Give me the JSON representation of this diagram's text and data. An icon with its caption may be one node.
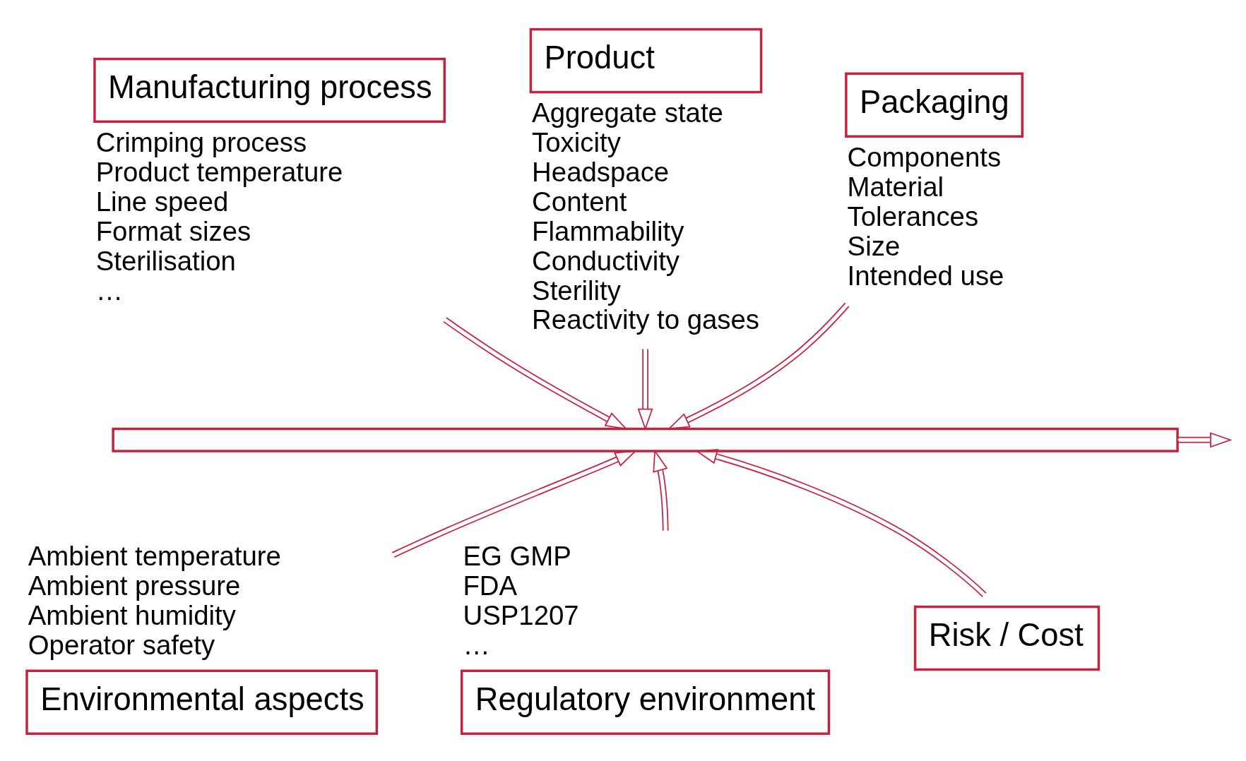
{
  "diagram": {
    "nodes": [
      {
        "text": [
          "Manufacturing process"
        ],
        "beside": [
          "Crimping process",
          "Product temperature",
          "Line speed",
          "Format sizes",
          "Sterilisation",
          "…"
        ]
      },
      {
        "text": [
          "Product"
        ],
        "beside": [
          "Aggregate state",
          "Toxicity",
          "Headspace",
          "Content",
          "Flammability",
          "Conductivity",
          "Sterility",
          "Reactivity to gases"
        ]
      },
      {
        "text": [
          "Packaging"
        ],
        "beside": [
          "Components",
          "Material",
          "Tolerances",
          "Size",
          "Intended use"
        ]
      },
      {
        "text": [],
        "shape": "bar"
      },
      {
        "text": [
          "Environmental aspects"
        ],
        "beside": [
          "Ambient temperature",
          "Ambient pressure",
          "Ambient humidity",
          "Operator safety"
        ]
      },
      {
        "text": [
          "Regulatory environment"
        ],
        "beside": [
          "EG GMP",
          "FDA",
          "USP1207",
          "…"
        ]
      },
      {
        "text": [
          "Risk / Cost"
        ]
      }
    ],
    "edges": [
      {
        "from": 0,
        "to": 3,
        "arrow": "to"
      },
      {
        "from": 1,
        "to": 3,
        "arrow": "to"
      },
      {
        "from": 2,
        "to": 3,
        "arrow": "to"
      },
      {
        "from": 4,
        "to": 3,
        "arrow": "to"
      },
      {
        "from": 5,
        "to": 3,
        "arrow": "to"
      },
      {
        "from": 6,
        "to": 3,
        "arrow": "to"
      },
      {
        "from": 3,
        "to": null,
        "arrow": "to"
      }
    ]
  }
}
